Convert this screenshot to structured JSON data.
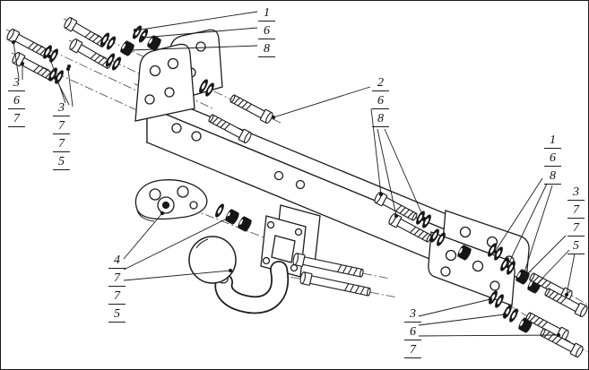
{
  "diagram": {
    "type": "exploded-assembly-drawing",
    "subject": "tow-bar hitch exploded view with numbered part callouts",
    "colors": {
      "line": "#1c1c1c",
      "dark_fill": "#161616",
      "background": "#ffffff"
    },
    "callouts": [
      {
        "name": "callout-top-center",
        "items": [
          "1",
          "6",
          "8"
        ]
      },
      {
        "name": "callout-left-upper",
        "items": [
          "3",
          "6",
          "7"
        ]
      },
      {
        "name": "callout-left-mid",
        "items": [
          "3",
          "7",
          "7",
          "5"
        ]
      },
      {
        "name": "callout-center-right",
        "items": [
          "2",
          "6",
          "8"
        ]
      },
      {
        "name": "callout-right-upper",
        "items": [
          "1",
          "6",
          "8"
        ]
      },
      {
        "name": "callout-right-mid",
        "items": [
          "3",
          "7",
          "7",
          "5"
        ]
      },
      {
        "name": "callout-bottom-left",
        "items": [
          "4",
          "7",
          "7",
          "5"
        ]
      },
      {
        "name": "callout-bottom-right",
        "items": [
          "3",
          "6",
          "7"
        ]
      }
    ]
  }
}
